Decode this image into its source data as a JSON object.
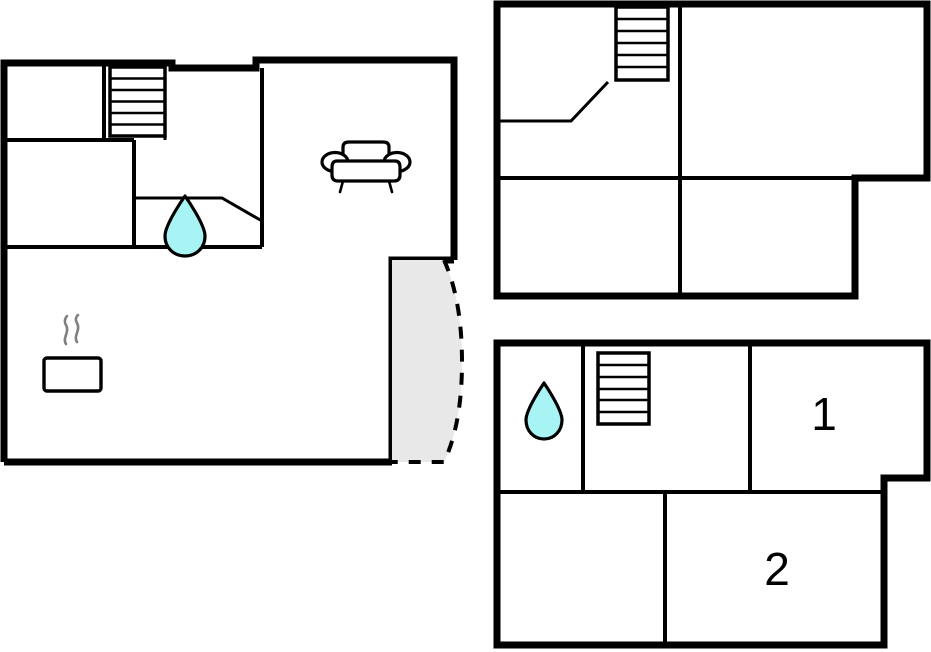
{
  "document": {
    "type": "architectural-floor-plan",
    "title": "",
    "plan_count": 3,
    "background_color": "#ffffff",
    "wall_color": "#000000",
    "terrace_fill_color": "#e8e8e8",
    "water_drop_color": "#a8f4f4",
    "steam_color": "#808080"
  },
  "plans": [
    {
      "id": "plan-left",
      "name": "ground-floor-plan",
      "label": "",
      "rooms": [
        {
          "name": "room-top-left",
          "label": ""
        },
        {
          "name": "room-mid-left",
          "label": ""
        },
        {
          "name": "room-bathroom",
          "label": ""
        },
        {
          "name": "room-living",
          "label": ""
        },
        {
          "name": "room-kitchen-main",
          "label": ""
        }
      ],
      "icons": [
        {
          "name": "stairs-icon",
          "label": "stairs",
          "treads": 6
        },
        {
          "name": "water-drop-icon",
          "label": "water drop",
          "color": "#a8f4f4"
        },
        {
          "name": "sofa-icon",
          "label": "sofa"
        },
        {
          "name": "cooking-pot-icon",
          "label": "cooking pot"
        }
      ],
      "terrace": {
        "name": "terrace-area",
        "label": "terrace",
        "style": "dashed-outline"
      }
    },
    {
      "id": "plan-top-right",
      "name": "upper-floor-plan",
      "label": "",
      "rooms": [
        {
          "name": "room-upper-left",
          "label": ""
        },
        {
          "name": "room-upper-right",
          "label": ""
        },
        {
          "name": "room-lower-left",
          "label": ""
        },
        {
          "name": "room-lower-right",
          "label": ""
        }
      ],
      "icons": [
        {
          "name": "stairs-icon",
          "label": "stairs",
          "treads": 6
        }
      ]
    },
    {
      "id": "plan-bottom-right",
      "name": "numbered-floor-plan",
      "label": "",
      "rooms": [
        {
          "name": "room-bathroom",
          "label": ""
        },
        {
          "name": "room-stairs-hall",
          "label": ""
        },
        {
          "name": "room-one",
          "label": "1"
        },
        {
          "name": "room-lower-left",
          "label": ""
        },
        {
          "name": "room-two",
          "label": "2"
        }
      ],
      "icons": [
        {
          "name": "water-drop-icon",
          "label": "water drop",
          "color": "#a8f4f4"
        },
        {
          "name": "stairs-icon",
          "label": "stairs",
          "treads": 6
        }
      ],
      "room_numbers": [
        "1",
        "2"
      ]
    }
  ],
  "labels": {
    "room_1": "1",
    "room_2": "2"
  }
}
